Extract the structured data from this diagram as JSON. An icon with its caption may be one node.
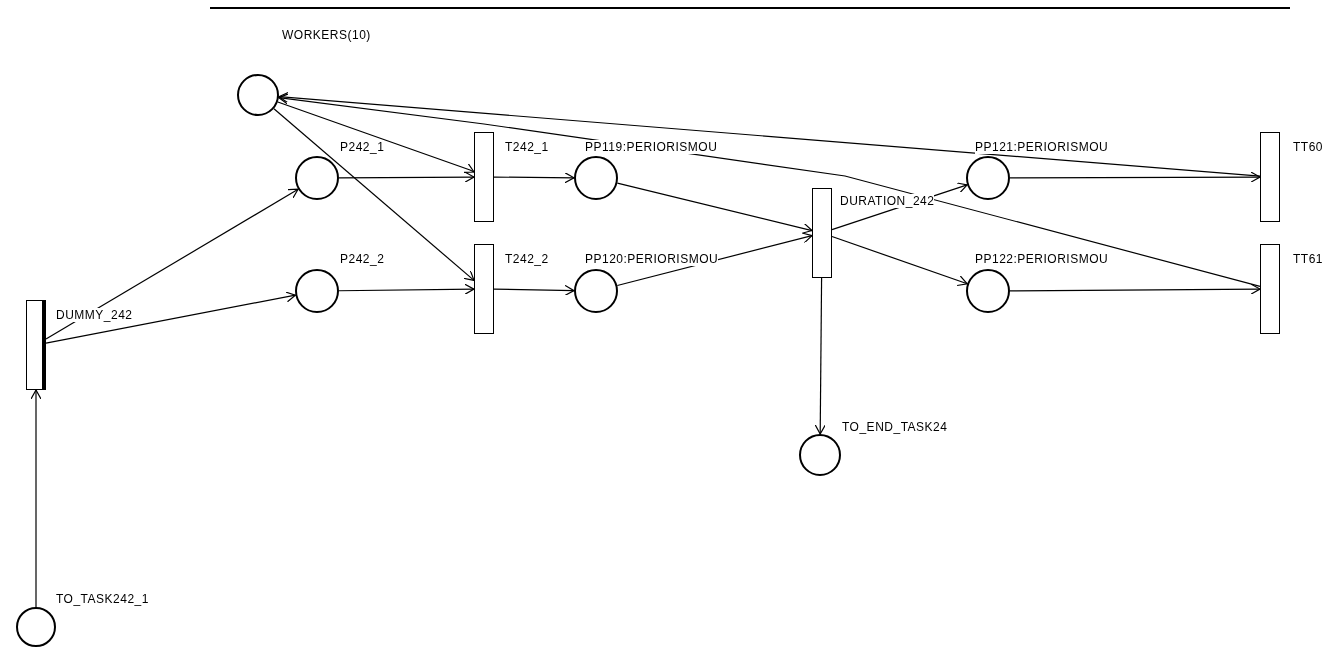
{
  "diagram": {
    "nodes": [
      {
        "text": [],
        "shape": "circle",
        "beside": [
          "WORKERS(10)"
        ]
      },
      {
        "text": [],
        "shape": "circle",
        "beside": [
          "P242_1"
        ]
      },
      {
        "text": [],
        "shape": "bar",
        "beside": [
          "T242_1"
        ]
      },
      {
        "text": [],
        "shape": "circle",
        "beside": [
          "PP119:PERIORISMOU"
        ]
      },
      {
        "text": [],
        "shape": "circle",
        "beside": [
          "P242_2"
        ]
      },
      {
        "text": [],
        "shape": "bar",
        "beside": [
          "T242_2"
        ]
      },
      {
        "text": [],
        "shape": "circle",
        "beside": [
          "PP120:PERIORISMOU"
        ]
      },
      {
        "text": [],
        "shape": "bar",
        "beside": [
          "DURATION_242"
        ]
      },
      {
        "text": [],
        "shape": "circle",
        "beside": [
          "PP121:PERIORISMOU"
        ]
      },
      {
        "text": [],
        "shape": "bar",
        "beside": [
          "TT60"
        ]
      },
      {
        "text": [],
        "shape": "circle",
        "beside": [
          "PP122:PERIORISMOU"
        ]
      },
      {
        "text": [],
        "shape": "bar",
        "beside": [
          "TT61"
        ]
      },
      {
        "text": [],
        "shape": "bar",
        "beside": [
          "DUMMY_242"
        ]
      },
      {
        "text": [],
        "shape": "circle",
        "beside": [
          "TO_END_TASK24"
        ]
      },
      {
        "text": [],
        "shape": "circle",
        "beside": [
          "TO_TASK242_1"
        ]
      }
    ],
    "edges": [
      {
        "from": 14,
        "to": 12,
        "arrow": "to"
      },
      {
        "from": 12,
        "to": 1,
        "arrow": "to"
      },
      {
        "from": 12,
        "to": 4,
        "arrow": "to"
      },
      {
        "from": 1,
        "to": 2,
        "arrow": "to"
      },
      {
        "from": 4,
        "to": 5,
        "arrow": "to"
      },
      {
        "from": 0,
        "to": 2,
        "arrow": "to"
      },
      {
        "from": 0,
        "to": 5,
        "arrow": "to"
      },
      {
        "from": 2,
        "to": 3,
        "arrow": "to"
      },
      {
        "from": 5,
        "to": 6,
        "arrow": "to"
      },
      {
        "from": 3,
        "to": 7,
        "arrow": "to"
      },
      {
        "from": 6,
        "to": 7,
        "arrow": "to"
      },
      {
        "from": 7,
        "to": 8,
        "arrow": "to"
      },
      {
        "from": 7,
        "to": 10,
        "arrow": "to"
      },
      {
        "from": 7,
        "to": 13,
        "arrow": "to"
      },
      {
        "from": 8,
        "to": 9,
        "arrow": "to"
      },
      {
        "from": 10,
        "to": 11,
        "arrow": "to"
      },
      {
        "from": 9,
        "to": 0,
        "arrow": "to"
      },
      {
        "from": 11,
        "to": 0,
        "arrow": "to"
      }
    ]
  }
}
